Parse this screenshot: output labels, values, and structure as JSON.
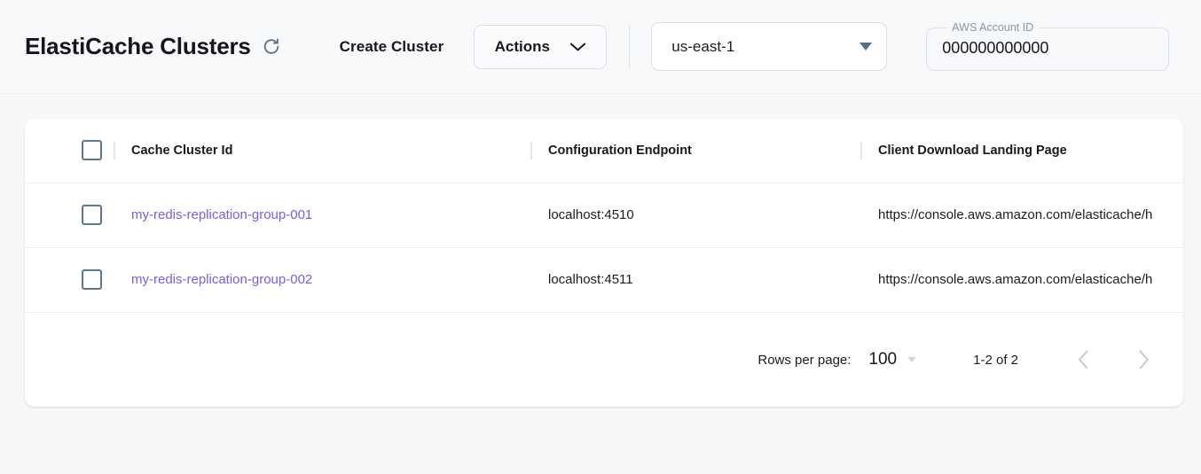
{
  "header": {
    "title": "ElastiCache Clusters",
    "refresh_icon": "refresh-icon",
    "create_cluster_label": "Create Cluster",
    "actions_label": "Actions",
    "actions_chevron_icon": "chevron-down-icon",
    "region": {
      "value": "us-east-1",
      "caret_icon": "caret-down-icon"
    },
    "account": {
      "legend": "AWS Account ID",
      "value": "000000000000",
      "placeholder": "AWS Account ID"
    }
  },
  "table": {
    "columns": [
      {
        "key": "select",
        "label": ""
      },
      {
        "key": "cluster_id",
        "label": "Cache Cluster Id"
      },
      {
        "key": "endpoint",
        "label": "Configuration Endpoint"
      },
      {
        "key": "landing_page",
        "label": "Client Download Landing Page"
      }
    ],
    "rows": [
      {
        "cluster_id": "my-redis-replication-group-001",
        "endpoint": "localhost:4510",
        "landing_page": "https://console.aws.amazon.com/elasticache/h"
      },
      {
        "cluster_id": "my-redis-replication-group-002",
        "endpoint": "localhost:4511",
        "landing_page": "https://console.aws.amazon.com/elasticache/h"
      }
    ]
  },
  "pagination": {
    "rows_per_page_label": "Rows per page:",
    "rows_per_page_value": "100",
    "range_label": "1-2 of 2",
    "prev_icon": "chevron-left-icon",
    "next_icon": "chevron-right-icon"
  },
  "colors": {
    "link": "#7063de",
    "page_bg": "#f7f8fa",
    "card_bg": "#ffffff",
    "checkbox_border": "#64748b",
    "icon_slate": "#5c6b7e",
    "pager_icon": "#c4c8ce"
  }
}
